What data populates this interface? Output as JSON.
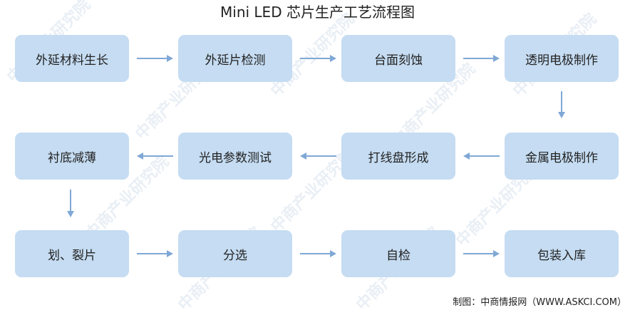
{
  "title": "Mini LED 芯片生产工艺流程图",
  "steps": [
    "外延材料生长",
    "外延片检测",
    "台面刻蚀",
    "透明电极制作",
    "金属电极制作",
    "打线盘形成",
    "光电参数测试",
    "衬底减薄",
    "划、裂片",
    "分选",
    "自检",
    "包装入库"
  ],
  "source": "制图：中商情报网（WWW.ASKCI.COM）",
  "watermark": "中商产业研究院",
  "colors": {
    "box_fill": "#c5dcf2",
    "arrow": "#7fa8d6",
    "text": "#222222"
  }
}
